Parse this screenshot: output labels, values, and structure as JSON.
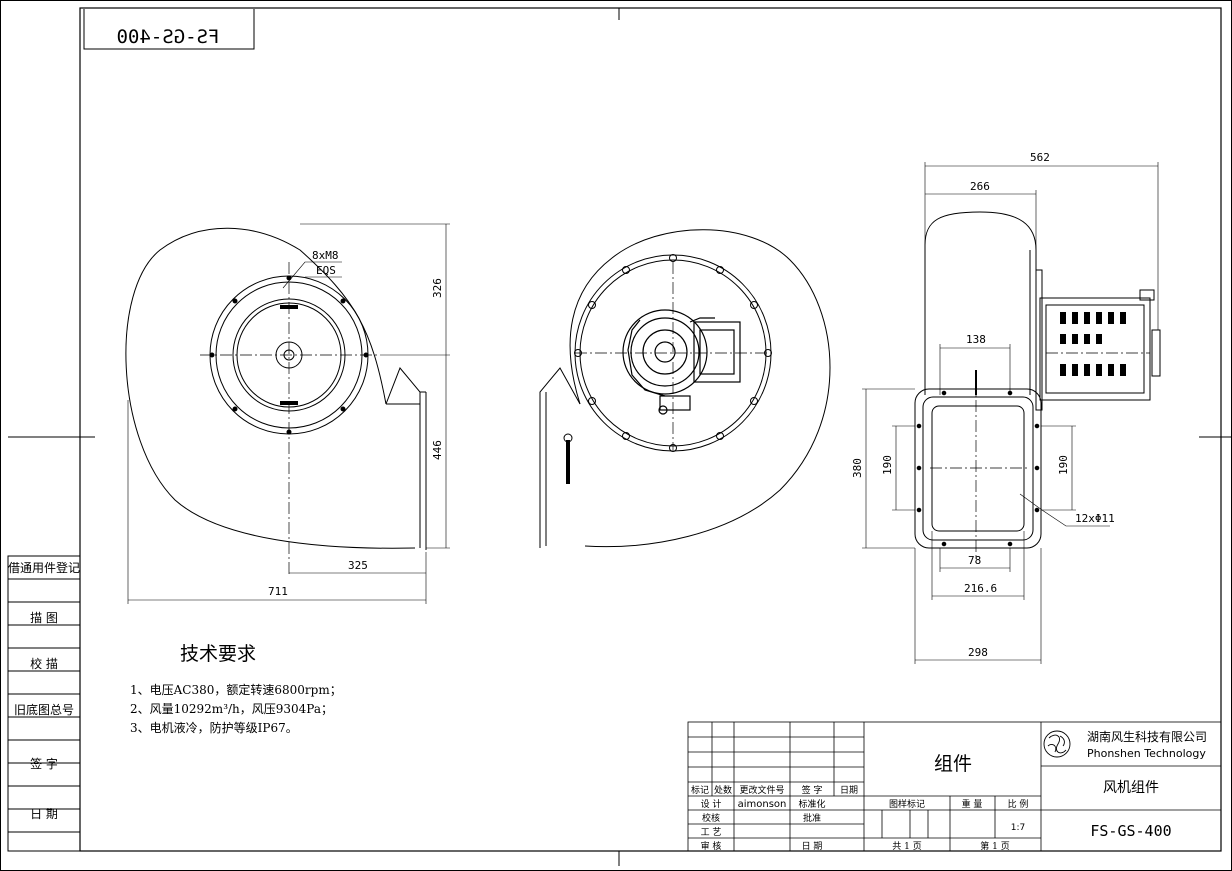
{
  "drawing_code_mirrored": "FS-GS-400",
  "dims": {
    "front_holes": "8xM8",
    "front_eqs": "EQS",
    "front_326": "326",
    "front_446": "446",
    "front_325": "325",
    "front_711": "711",
    "side_562": "562",
    "side_266": "266",
    "side_138": "138",
    "side_380": "380",
    "side_190_left": "190",
    "side_190_right": "190",
    "side_holes": "12xΦ11",
    "side_78": "78",
    "side_2166": "216.6",
    "side_298": "298"
  },
  "left_column": {
    "items": [
      "借通用件登记",
      "描 图",
      "校 描",
      "旧底图总号",
      "签 字",
      "日 期"
    ]
  },
  "tech": {
    "title": "技术要求",
    "lines": [
      "1、电压AC380，额定转速6800rpm；",
      "2、风量10292m³/h，风压9304Pa；",
      "3、电机液冷，防护等级IP67。"
    ]
  },
  "title_block": {
    "rev_headers": [
      "标记",
      "处数",
      "更改文件号",
      "签 字",
      "日期"
    ],
    "row_design": "设 计",
    "designer": "aimonson",
    "std": "标准化",
    "row_check": "校核",
    "approve": "批准",
    "row_process": "工 艺",
    "row_review": "审 核",
    "date": "日 期",
    "assembly": "组件",
    "mark_header": "图样标记",
    "weight_header": "重 量",
    "scale_header": "比 例",
    "scale": "1:7",
    "total_pages": "共 1 页",
    "page_no": "第 1 页",
    "company_cn": "湖南风生科技有限公司",
    "company_en": "Phonshen Technology",
    "part_name": "风机组件",
    "code": "FS-GS-400"
  }
}
